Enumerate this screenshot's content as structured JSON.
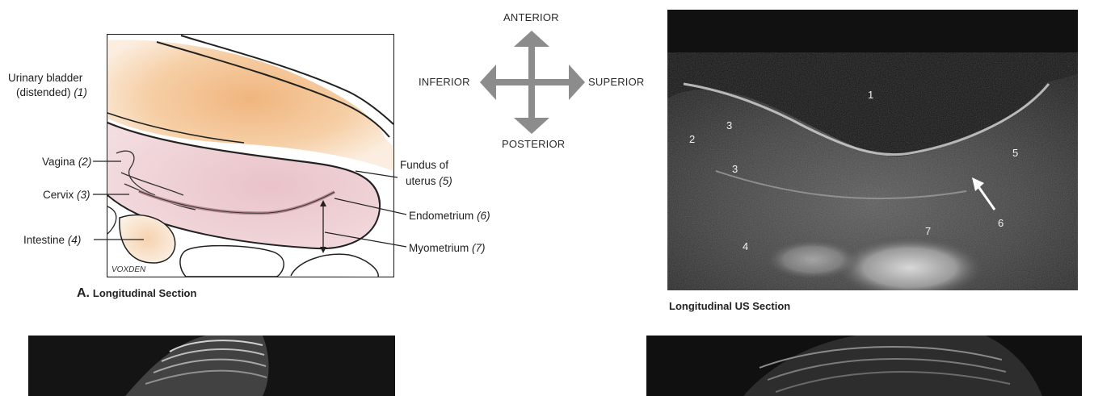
{
  "drawing": {
    "labels": {
      "bladder_1": "Urinary bladder",
      "bladder_2": "(distended)",
      "bladder_num": "(1)",
      "vagina": "Vagina",
      "vagina_num": "(2)",
      "cervix": "Cervix",
      "cervix_num": "(3)",
      "intestine": "Intestine",
      "intestine_num": "(4)",
      "fundus_1": "Fundus of",
      "fundus_2": "uterus",
      "fundus_num": "(5)",
      "endometrium": "Endometrium",
      "endometrium_num": "(6)",
      "myometrium": "Myometrium",
      "myometrium_num": "(7)"
    },
    "signature": "VOXDEN",
    "caption_letter": "A.",
    "caption": "Longitudinal Section"
  },
  "orientation": {
    "anterior": "ANTERIOR",
    "posterior": "POSTERIOR",
    "inferior": "INFERIOR",
    "superior": "SUPERIOR"
  },
  "ultrasound": {
    "caption": "Longitudinal US Section",
    "numbers": [
      "1",
      "2",
      "3",
      "3",
      "4",
      "5",
      "6",
      "7"
    ]
  },
  "colors": {
    "bladder": "#f0b57e",
    "uterus": "#e9c3c9",
    "endometrium_line": "#b98c94",
    "arrow_gray": "#8c8c8c"
  }
}
